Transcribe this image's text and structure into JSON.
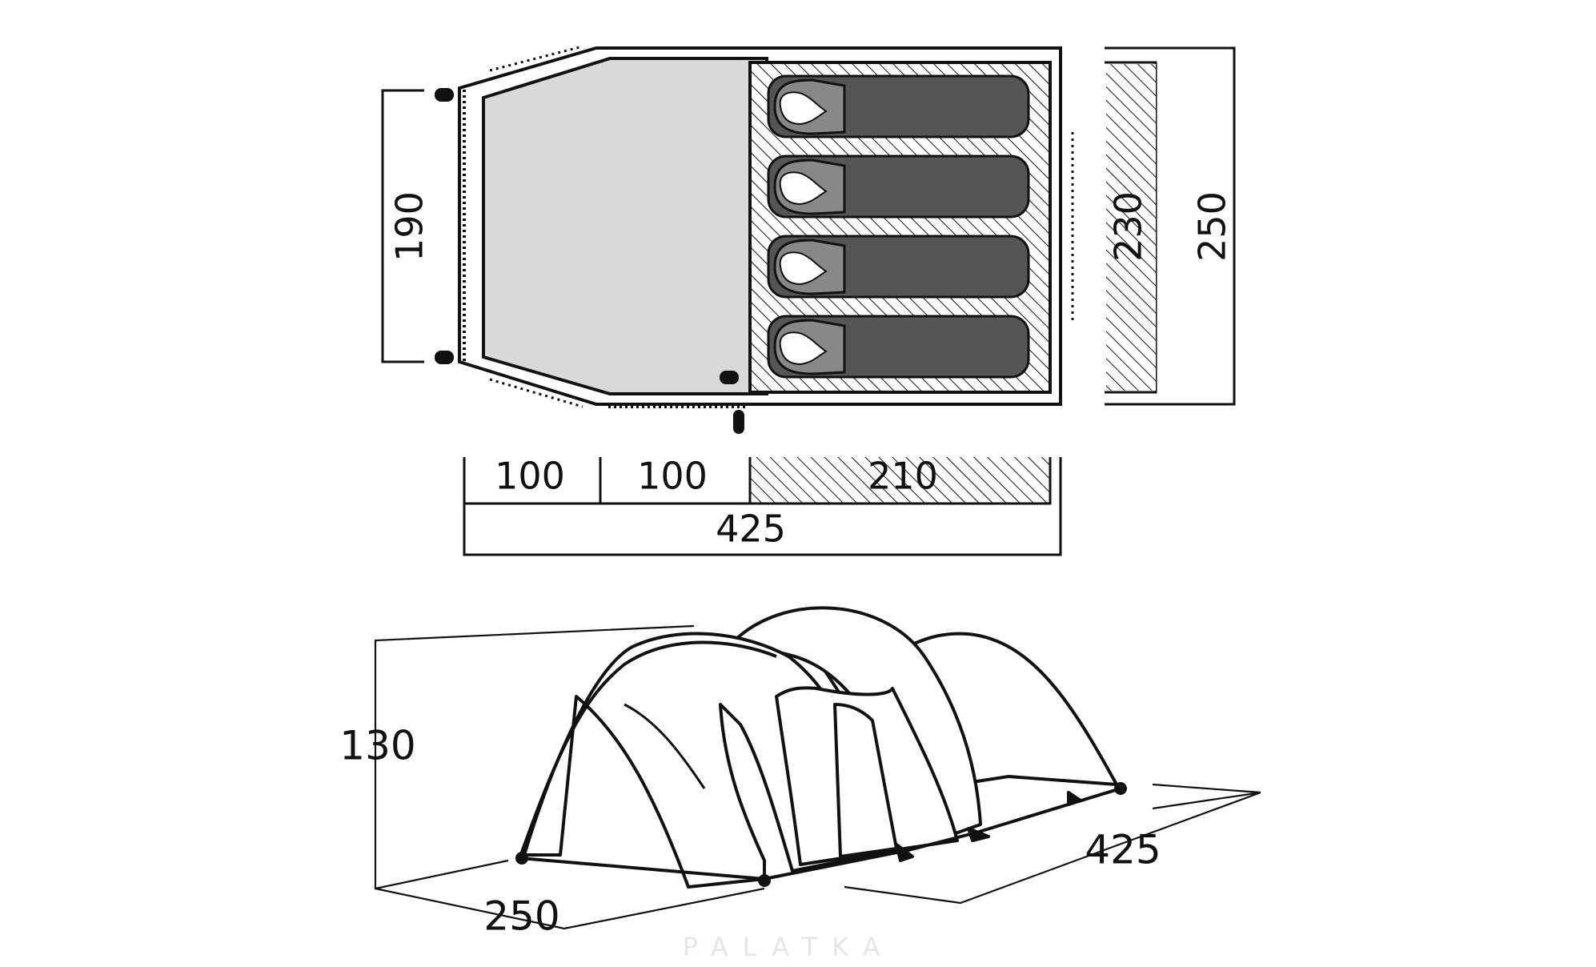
{
  "floorplan": {
    "vestibule_width_1": "100",
    "vestibule_width_2": "100",
    "inner_tent_length": "210",
    "total_length": "425",
    "vestibule_height": "190",
    "inner_tent_width": "230",
    "total_width": "250",
    "sleeping_bags": 4
  },
  "side_view": {
    "height": "130",
    "length": "425",
    "width": "250"
  },
  "watermark": "PALATKA",
  "colors": {
    "line": "#111111",
    "vestibule_fill": "#d9d9d9",
    "sleeping_bag_fill": "#555555",
    "sleeping_bag_hood": "#888888",
    "hatch": "#222222"
  }
}
